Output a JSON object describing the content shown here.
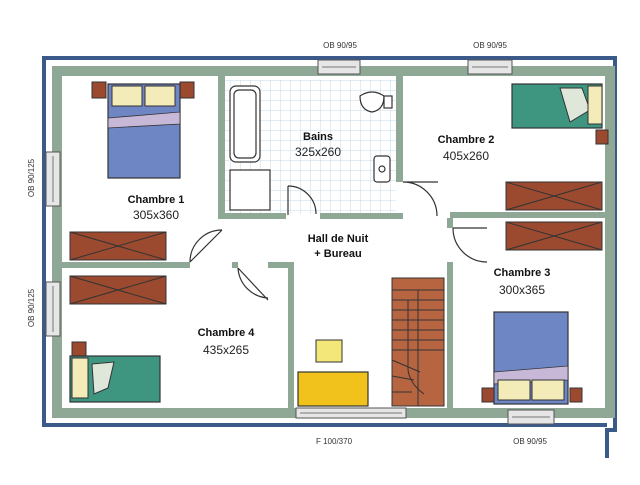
{
  "rooms": {
    "chambre1": {
      "name": "Chambre 1",
      "dims": "305x360"
    },
    "bains": {
      "name": "Bains",
      "dims": "325x260"
    },
    "chambre2": {
      "name": "Chambre 2",
      "dims": "405x260"
    },
    "hall": {
      "name": "Hall de Nuit",
      "name2": "+ Bureau"
    },
    "chambre3": {
      "name": "Chambre 3",
      "dims": "300x365"
    },
    "chambre4": {
      "name": "Chambre 4",
      "dims": "435x265"
    }
  },
  "windows": {
    "top_left": "OB 90/95",
    "top_right": "OB 90/95",
    "left_top": "OB 90/125",
    "left_bottom": "OB 90/125",
    "bottom_left": "F 100/370",
    "bottom_right": "OB 90/95"
  },
  "colors": {
    "outer_line": "#3b5a8a",
    "wall": "#8fa795",
    "bed_blue": "#6f86c4",
    "bed_green": "#3e9680",
    "dresser": "#9b4a2f",
    "desk": "#f1c21b",
    "stairs": "#b76440"
  }
}
